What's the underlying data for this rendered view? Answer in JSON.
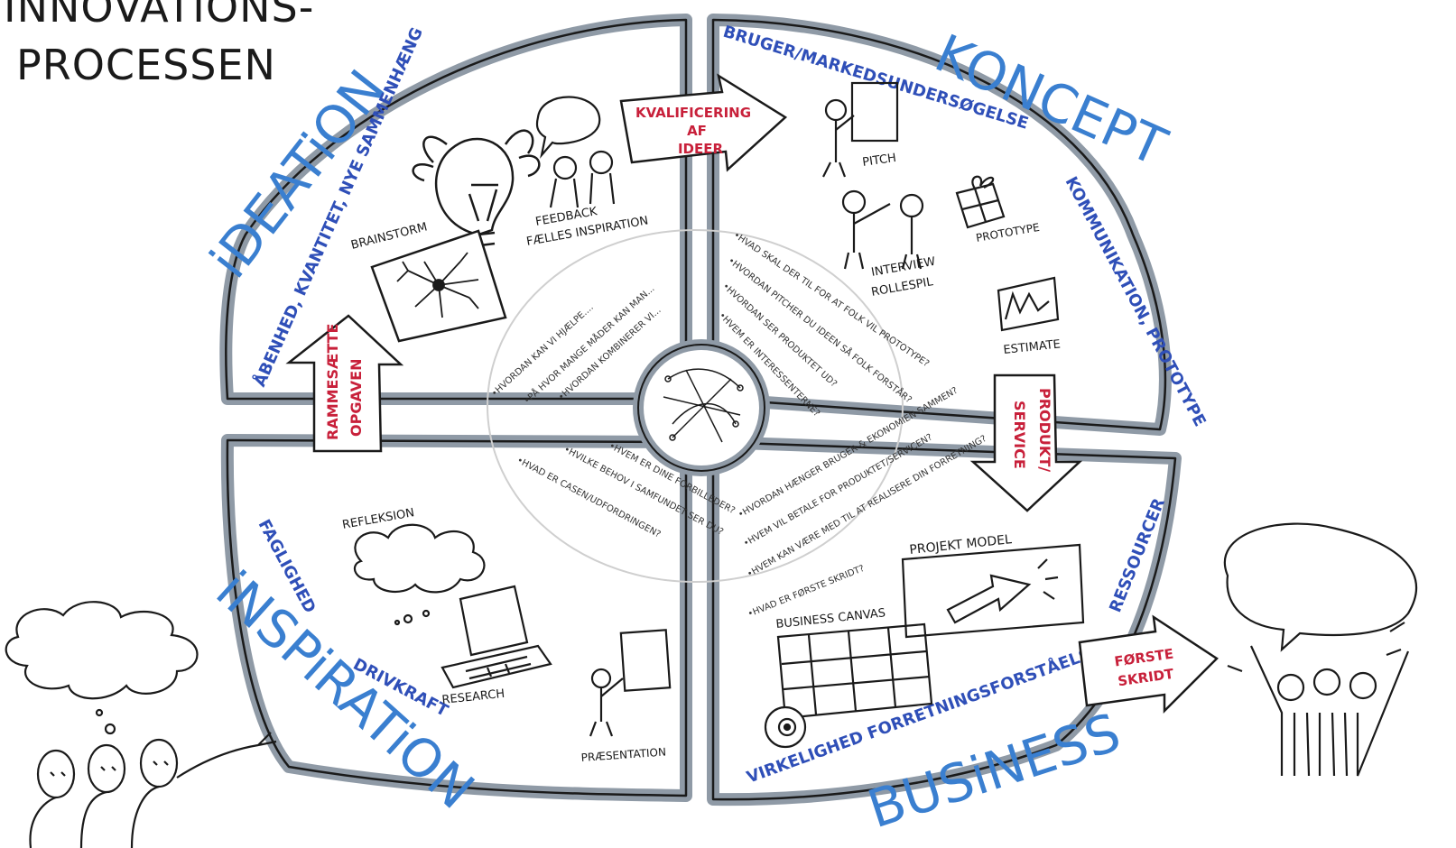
{
  "title": [
    "INNOVATIONS-",
    "PROCESSEN"
  ],
  "colors": {
    "ink": "#1a1a1a",
    "blue": "#2f4fb8",
    "lightblue": "#3a7fd0",
    "red": "#c8203a",
    "ring": "#8f9aa6"
  },
  "phases": {
    "ideation": "iDEATiON",
    "koncept": "KONCEPT",
    "inspiration": "iNSPiRATiON",
    "business": "BUSiNESS"
  },
  "values": {
    "ideation_arc": "ÅBENHED, KVANTITET, NYE SAMMENHÆNG",
    "koncept_top": "BRUGER/MARKEDSUNDERSØGELSE",
    "koncept_right": "KOMMUNIKATION, PROTOTYPE",
    "inspiration_left": "FAGLIGHED",
    "inspiration_bottom": "DRIVKRAFT",
    "business_bottom": "VIRKELIGHED FORRETNINGSFORSTÅELSE",
    "business_right": "RESSOURCER"
  },
  "arrows": {
    "kvalificering": [
      "KVALIFICERING",
      "AF",
      "IDEER"
    ],
    "rammesaette": [
      "RAMMESÆTTE",
      "OPGAVEN"
    ],
    "produkt": [
      "PRODUKT/",
      "SERVICE"
    ],
    "forste": [
      "FØRSTE",
      "SKRIDT"
    ]
  },
  "icons": {
    "brainstorm": "BRAINSTORM",
    "feedback": [
      "FEEDBACK",
      "FÆLLES INSPIRATION"
    ],
    "pitch": "PITCH",
    "interview": [
      "INTERVIEW",
      "ROLLESPIL"
    ],
    "prototype": "PROTOTYPE",
    "estimate": "ESTIMATE",
    "refleksion": "REFLEKSION",
    "research": "RESEARCH",
    "praesentation": "PRÆSENTATION",
    "projekt_model": "PROJEKT MODEL",
    "business_canvas": "BUSINESS CANVAS"
  },
  "questions": {
    "ideation": [
      "•HVORDAN KAN VI HJÆLPE....",
      "•PÅ HVOR MANGE MÅDER KAN MAN...",
      "•HVORDAN KOMBINERER VI..."
    ],
    "koncept": [
      "•HVAD SKAL DER TIL FOR AT FOLK VIL PROTOTYPE?",
      "•HVORDAN PITCHER DU IDEEN SÅ FOLK FORSTÅR?",
      "•HVORDAN SER PRODUKTET UD?",
      "•HVEM ER INTERESSENTERNE?"
    ],
    "inspiration": [
      "•HVEM ER DINE FORBILLEDER?",
      "•HVILKE BEHOV I SAMFUNDET SER DU?",
      "•HVAD ER CASEN/UDFORDRINGEN?"
    ],
    "business": [
      "•HVORDAN HÆNGER BRUGER & EKONOMIEN SAMMEN?",
      "•HVEM VIL BETALE FOR PRODUKTET/SERVICEN?",
      "•HVEM KAN VÆRE MED TIL AT REALISERE DIN FORRETNING?",
      "•HVAD ER FØRSTE SKRIDT?"
    ]
  }
}
